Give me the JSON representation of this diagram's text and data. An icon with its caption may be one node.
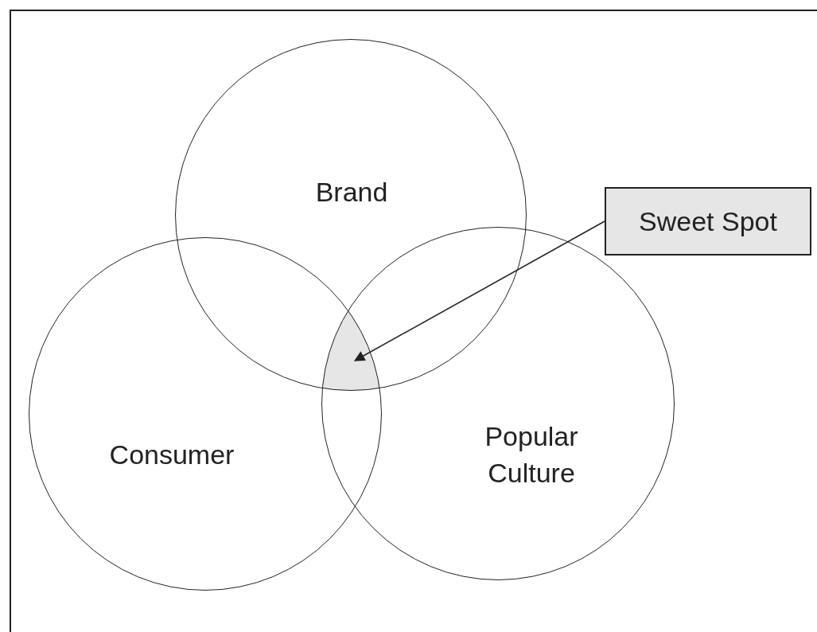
{
  "diagram": {
    "nodes": [
      {
        "text": [
          "Brand"
        ]
      },
      {
        "text": [
          "Consumer"
        ]
      },
      {
        "text": [
          "Popular Culture"
        ]
      },
      {
        "text": [
          "Sweet Spot"
        ]
      },
      {
        "text": [],
        "shape": "region"
      }
    ],
    "edges": [
      {
        "from": 3,
        "to": 4,
        "arrow": "to"
      }
    ]
  }
}
